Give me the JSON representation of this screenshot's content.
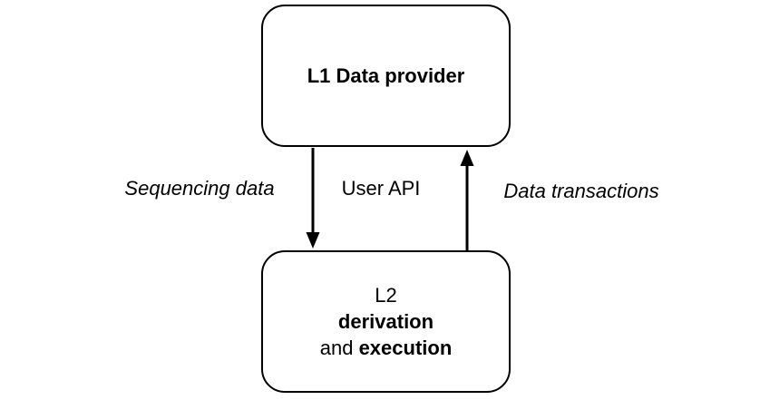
{
  "diagram": {
    "background_color": "#ffffff",
    "stroke_color": "#000000",
    "text_color": "#000000",
    "nodes": {
      "l1": {
        "label": "L1 Data provider"
      },
      "l2": {
        "line1": "L2",
        "line2": "derivation",
        "line3_prefix": "and ",
        "line3_bold": "execution"
      }
    },
    "edges": {
      "sequencing": {
        "label": "Sequencing data",
        "direction": "down"
      },
      "user_api": {
        "label": "User API"
      },
      "transactions": {
        "label": "Data transactions",
        "direction": "up"
      }
    }
  }
}
